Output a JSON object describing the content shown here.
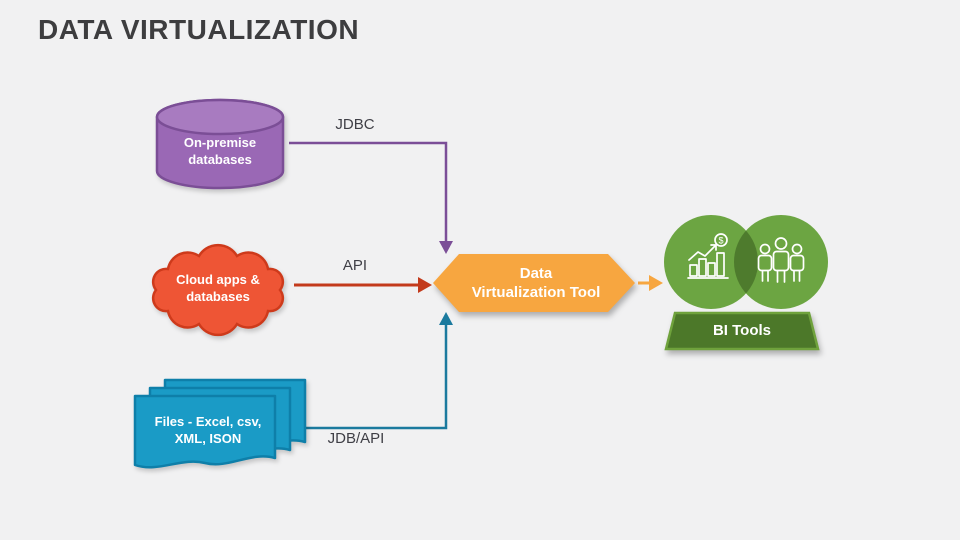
{
  "slide": {
    "title": "DATA VIRTUALIZATION"
  },
  "sources": [
    {
      "name": "on-premise-databases",
      "shape": "database-cylinder",
      "line1": "On-premise",
      "line2": "databases"
    },
    {
      "name": "cloud-apps-databases",
      "shape": "cloud",
      "line1": "Cloud apps &",
      "line2": "databases"
    },
    {
      "name": "files",
      "shape": "document-stack",
      "line1": "Files - Excel, csv,",
      "line2": "XML, ISON"
    }
  ],
  "connectors": [
    {
      "name": "jdbc",
      "label": "JDBC",
      "color": "#7b4e97"
    },
    {
      "name": "api",
      "label": "API",
      "color": "#c33a1c"
    },
    {
      "name": "jdb-api",
      "label": "JDB/API",
      "color": "#1b7a9e"
    },
    {
      "name": "tool-to-bi",
      "label": "",
      "color": "#f7a640"
    }
  ],
  "tool": {
    "line1": "Data",
    "line2": "Virtualization Tool",
    "fill": "#f7a640"
  },
  "bi_tools": {
    "label": "BI Tools",
    "icons": [
      "growth-chart-dollar-icon",
      "team-icon"
    ],
    "circle_fill": "#6ca542",
    "overlap_fill": "#4e7b2d",
    "banner_fill": "#4c7829"
  },
  "colors": {
    "background": "#f1f1f2",
    "title_text": "#3d3d3f",
    "cylinder_fill": "#9a68b5",
    "cylinder_stroke": "#7b4e96",
    "cloud_fill": "#ee5535",
    "cloud_stroke": "#ce3a1b",
    "files_fill": "#1a9bc6",
    "files_stroke": "#0e7fa9"
  }
}
